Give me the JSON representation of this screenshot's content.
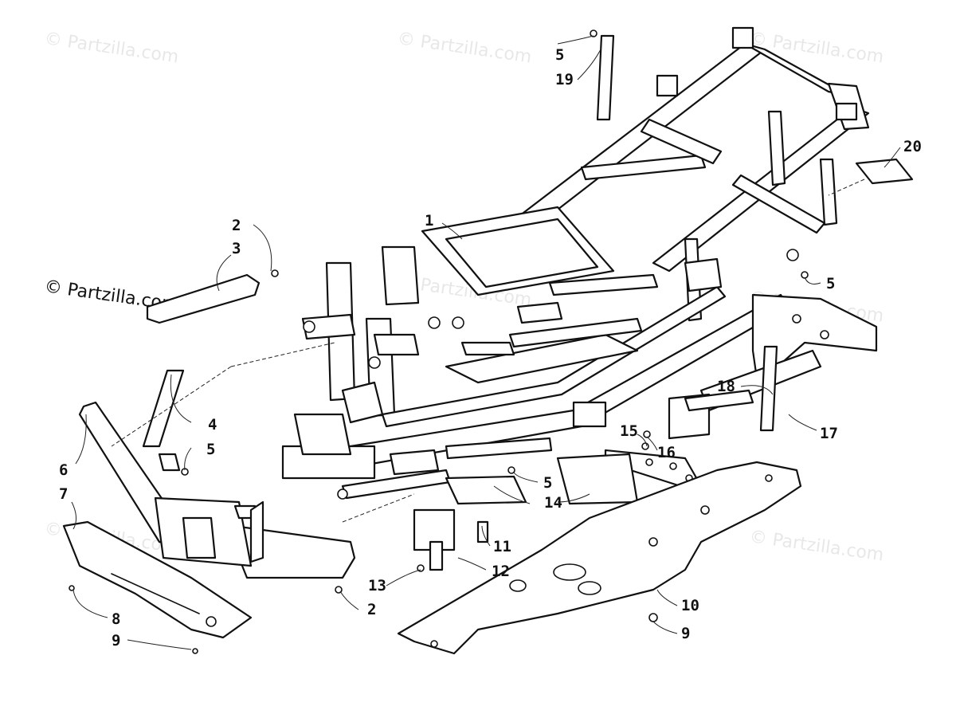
{
  "watermarks": {
    "text": "© Partzilla.com",
    "faint_copies": 7
  },
  "callouts": [
    {
      "id": "c1",
      "label": "1"
    },
    {
      "id": "c2a",
      "label": "2"
    },
    {
      "id": "c3",
      "label": "3"
    },
    {
      "id": "c4",
      "label": "4"
    },
    {
      "id": "c5a",
      "label": "5"
    },
    {
      "id": "c5b",
      "label": "5"
    },
    {
      "id": "c5c",
      "label": "5"
    },
    {
      "id": "c5d",
      "label": "5"
    },
    {
      "id": "c6",
      "label": "6"
    },
    {
      "id": "c7",
      "label": "7"
    },
    {
      "id": "c8",
      "label": "8"
    },
    {
      "id": "c9a",
      "label": "9"
    },
    {
      "id": "c9b",
      "label": "9"
    },
    {
      "id": "c10",
      "label": "10"
    },
    {
      "id": "c11",
      "label": "11"
    },
    {
      "id": "c12",
      "label": "12"
    },
    {
      "id": "c13",
      "label": "13"
    },
    {
      "id": "c14",
      "label": "14"
    },
    {
      "id": "c15",
      "label": "15"
    },
    {
      "id": "c16",
      "label": "16"
    },
    {
      "id": "c17",
      "label": "17"
    },
    {
      "id": "c18",
      "label": "18"
    },
    {
      "id": "c19",
      "label": "19"
    },
    {
      "id": "c20",
      "label": "20"
    },
    {
      "id": "c2b",
      "label": "2"
    }
  ]
}
